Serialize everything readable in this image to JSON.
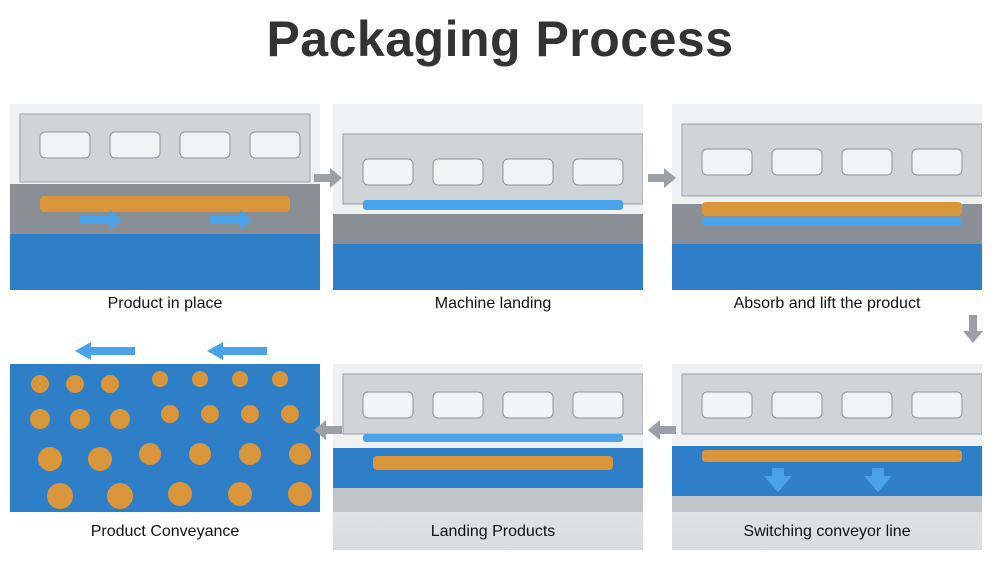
{
  "title": "Packaging Process",
  "steps": [
    {
      "label": "Product in place"
    },
    {
      "label": "Machine landing"
    },
    {
      "label": "Absorb and lift the product"
    },
    {
      "label": "Switching conveyor line"
    },
    {
      "label": "Landing Products"
    },
    {
      "label": "Product Conveyance"
    }
  ],
  "colors": {
    "title": "#333333",
    "conveyor": "#2f7fc8",
    "flow_arrow": "#9aa0a6",
    "motion_arrow": "#4aa3e8",
    "cupcake": "#d9963b"
  }
}
